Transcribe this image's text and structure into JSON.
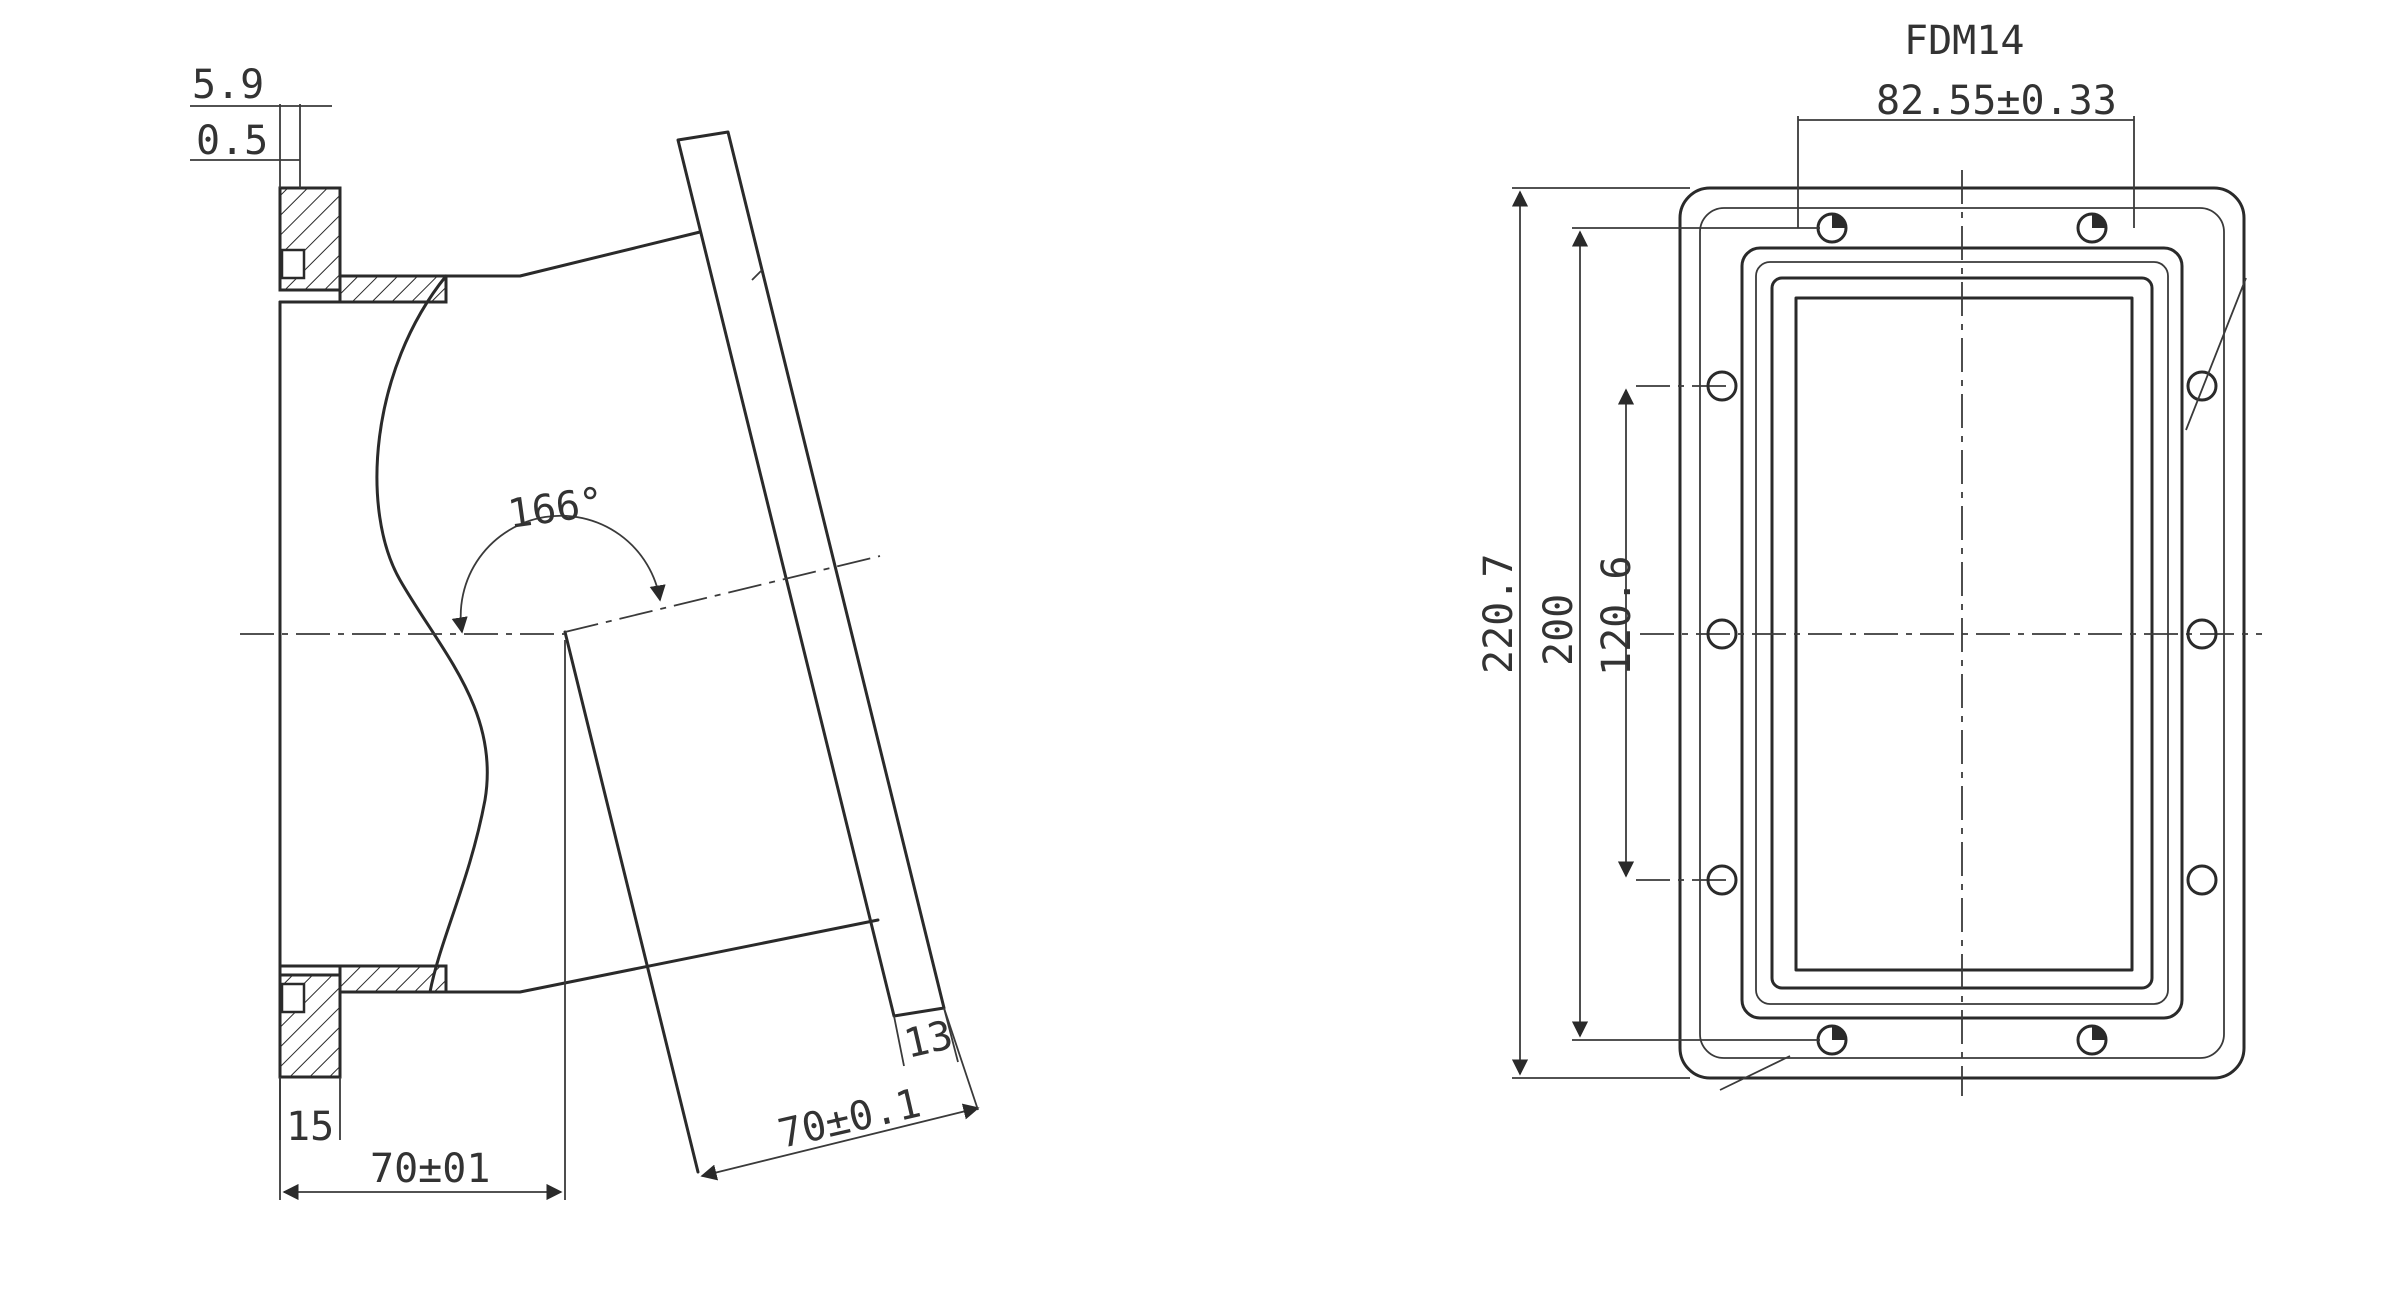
{
  "side_view": {
    "dims": {
      "d_5_9": "5.9",
      "d_0_5": "0.5",
      "d_angle": "166°",
      "d_15": "15",
      "d_70_a": "70±01",
      "d_70_b": "70±0.1",
      "d_13": "13"
    }
  },
  "front_view": {
    "title": "FDM14",
    "dims": {
      "d_82_55": "82.55±0.33",
      "d_220_7": "220.7",
      "d_200": "200",
      "d_120_6": "120.6"
    }
  }
}
